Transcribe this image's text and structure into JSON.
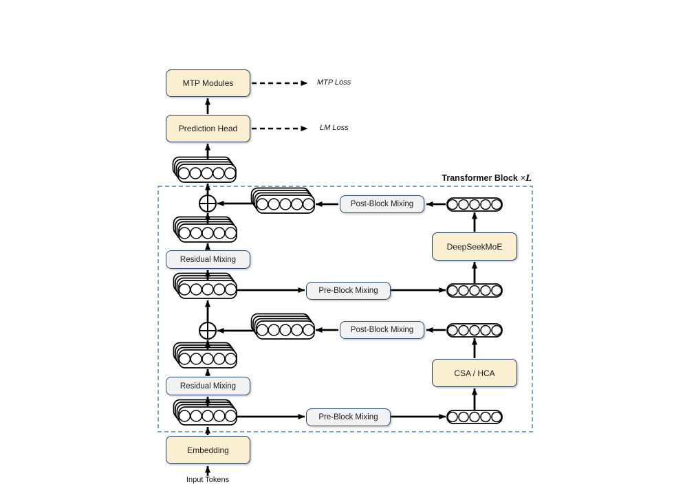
{
  "diagram": {
    "container_label": {
      "title": "Transformer Block",
      "multiplier": "×",
      "variable": "L"
    },
    "modules": {
      "mtp_modules": "MTP Modules",
      "prediction_head": "Prediction Head",
      "deepseekmoe": "DeepSeekMoE",
      "csa_hca": "CSA / HCA",
      "embedding": "Embedding"
    },
    "mixing": {
      "residual": "Residual Mixing",
      "pre_block": "Pre-Block Mixing",
      "post_block": "Post-Block Mixing"
    },
    "losses": {
      "mtp": "MTP Loss",
      "lm": "LM Loss"
    },
    "input_label": "Input Tokens",
    "icons": {
      "add_operator": "plus-circle-icon",
      "token_stack": "stacked-token-vectors-icon",
      "token_row": "token-vector-row-icon"
    },
    "colors": {
      "module_fill": "#FBEFD1",
      "module_border": "#1F3864",
      "mixing_fill": "#F2F2F2",
      "mixing_border": "#2B4A74",
      "container_border": "#4285C0",
      "arrow": "#000000",
      "background": "#FFFFFF"
    }
  }
}
